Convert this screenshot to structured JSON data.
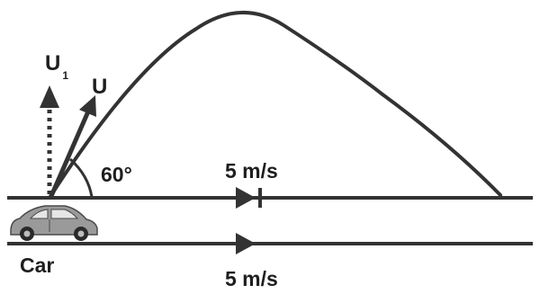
{
  "diagram": {
    "labels": {
      "u1": "U",
      "u1_subscript": "1",
      "u": "U",
      "angle": "60°",
      "speed_upper": "5 m/s",
      "speed_lower": "5 m/s",
      "car": "Car"
    },
    "colors": {
      "ink": "#333333",
      "text": "#1e1e1e",
      "car_body": "#9a9a9a",
      "background": "#ffffff"
    }
  }
}
